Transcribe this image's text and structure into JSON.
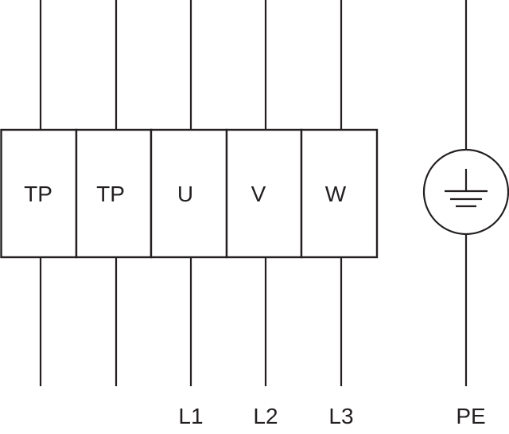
{
  "diagram": {
    "type": "terminal-connection-diagram",
    "terminals": [
      {
        "id": "tp1",
        "label": "TP",
        "bottom_label": ""
      },
      {
        "id": "tp2",
        "label": "TP",
        "bottom_label": ""
      },
      {
        "id": "u",
        "label": "U",
        "bottom_label": "L1"
      },
      {
        "id": "v",
        "label": "V",
        "bottom_label": "L2"
      },
      {
        "id": "w",
        "label": "W",
        "bottom_label": "L3"
      }
    ],
    "ground": {
      "symbol": "earth-ground-icon",
      "bottom_label": "PE"
    },
    "colors": {
      "line": "#231f20",
      "background": "#ffffff"
    }
  }
}
